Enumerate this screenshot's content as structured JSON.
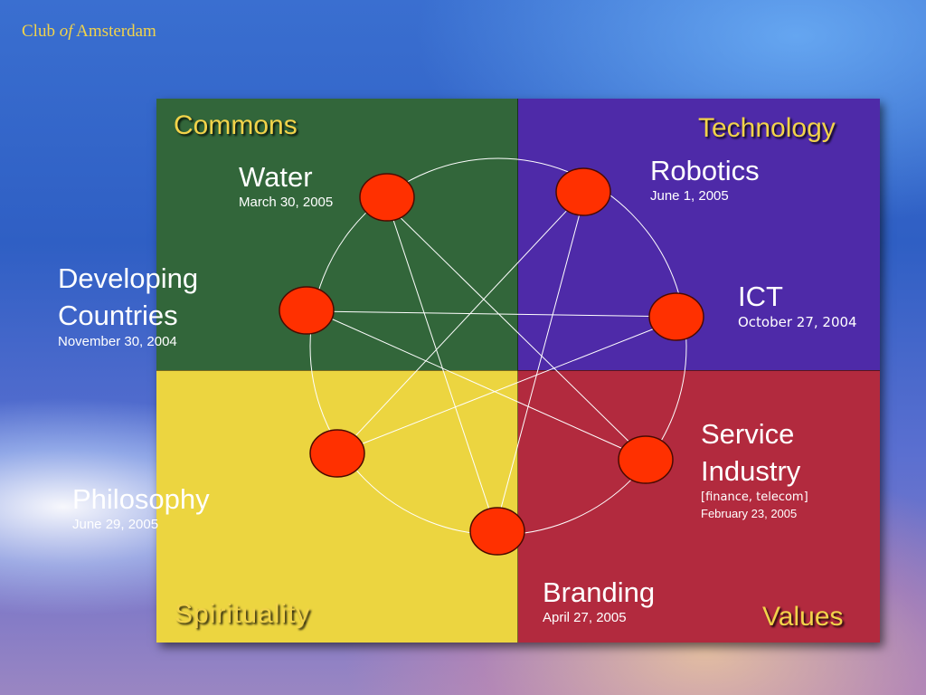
{
  "brand": {
    "part1": "Club ",
    "part2": "of",
    "part3": " Amsterdam"
  },
  "categories": {
    "commons": "Commons",
    "technology": "Technology",
    "spirituality": "Spirituality",
    "values": "Values"
  },
  "topics": [
    {
      "id": "water",
      "title": "Water",
      "date": "March 30, 2005"
    },
    {
      "id": "robotics",
      "title": "Robotics",
      "date": "June 1, 2005"
    },
    {
      "id": "developing",
      "title1": "Developing",
      "title2": "Countries",
      "date": "November 30, 2004"
    },
    {
      "id": "ict",
      "title": "ICT",
      "date": "October 27, 2004"
    },
    {
      "id": "service",
      "title1": "Service",
      "title2": "Industry",
      "sub": "[finance, telecom]",
      "date": "February 23, 2005"
    },
    {
      "id": "philosophy",
      "title": "Philosophy",
      "date": "June 29, 2005"
    },
    {
      "id": "branding",
      "title": "Branding",
      "date": "April 27, 2005"
    }
  ],
  "colors": {
    "commons": "#32663a",
    "technology": "#4e2aa8",
    "spirituality": "#ecd540",
    "values": "#b22a3e",
    "node": "#ff3000",
    "category_label": "#f2d34a"
  }
}
